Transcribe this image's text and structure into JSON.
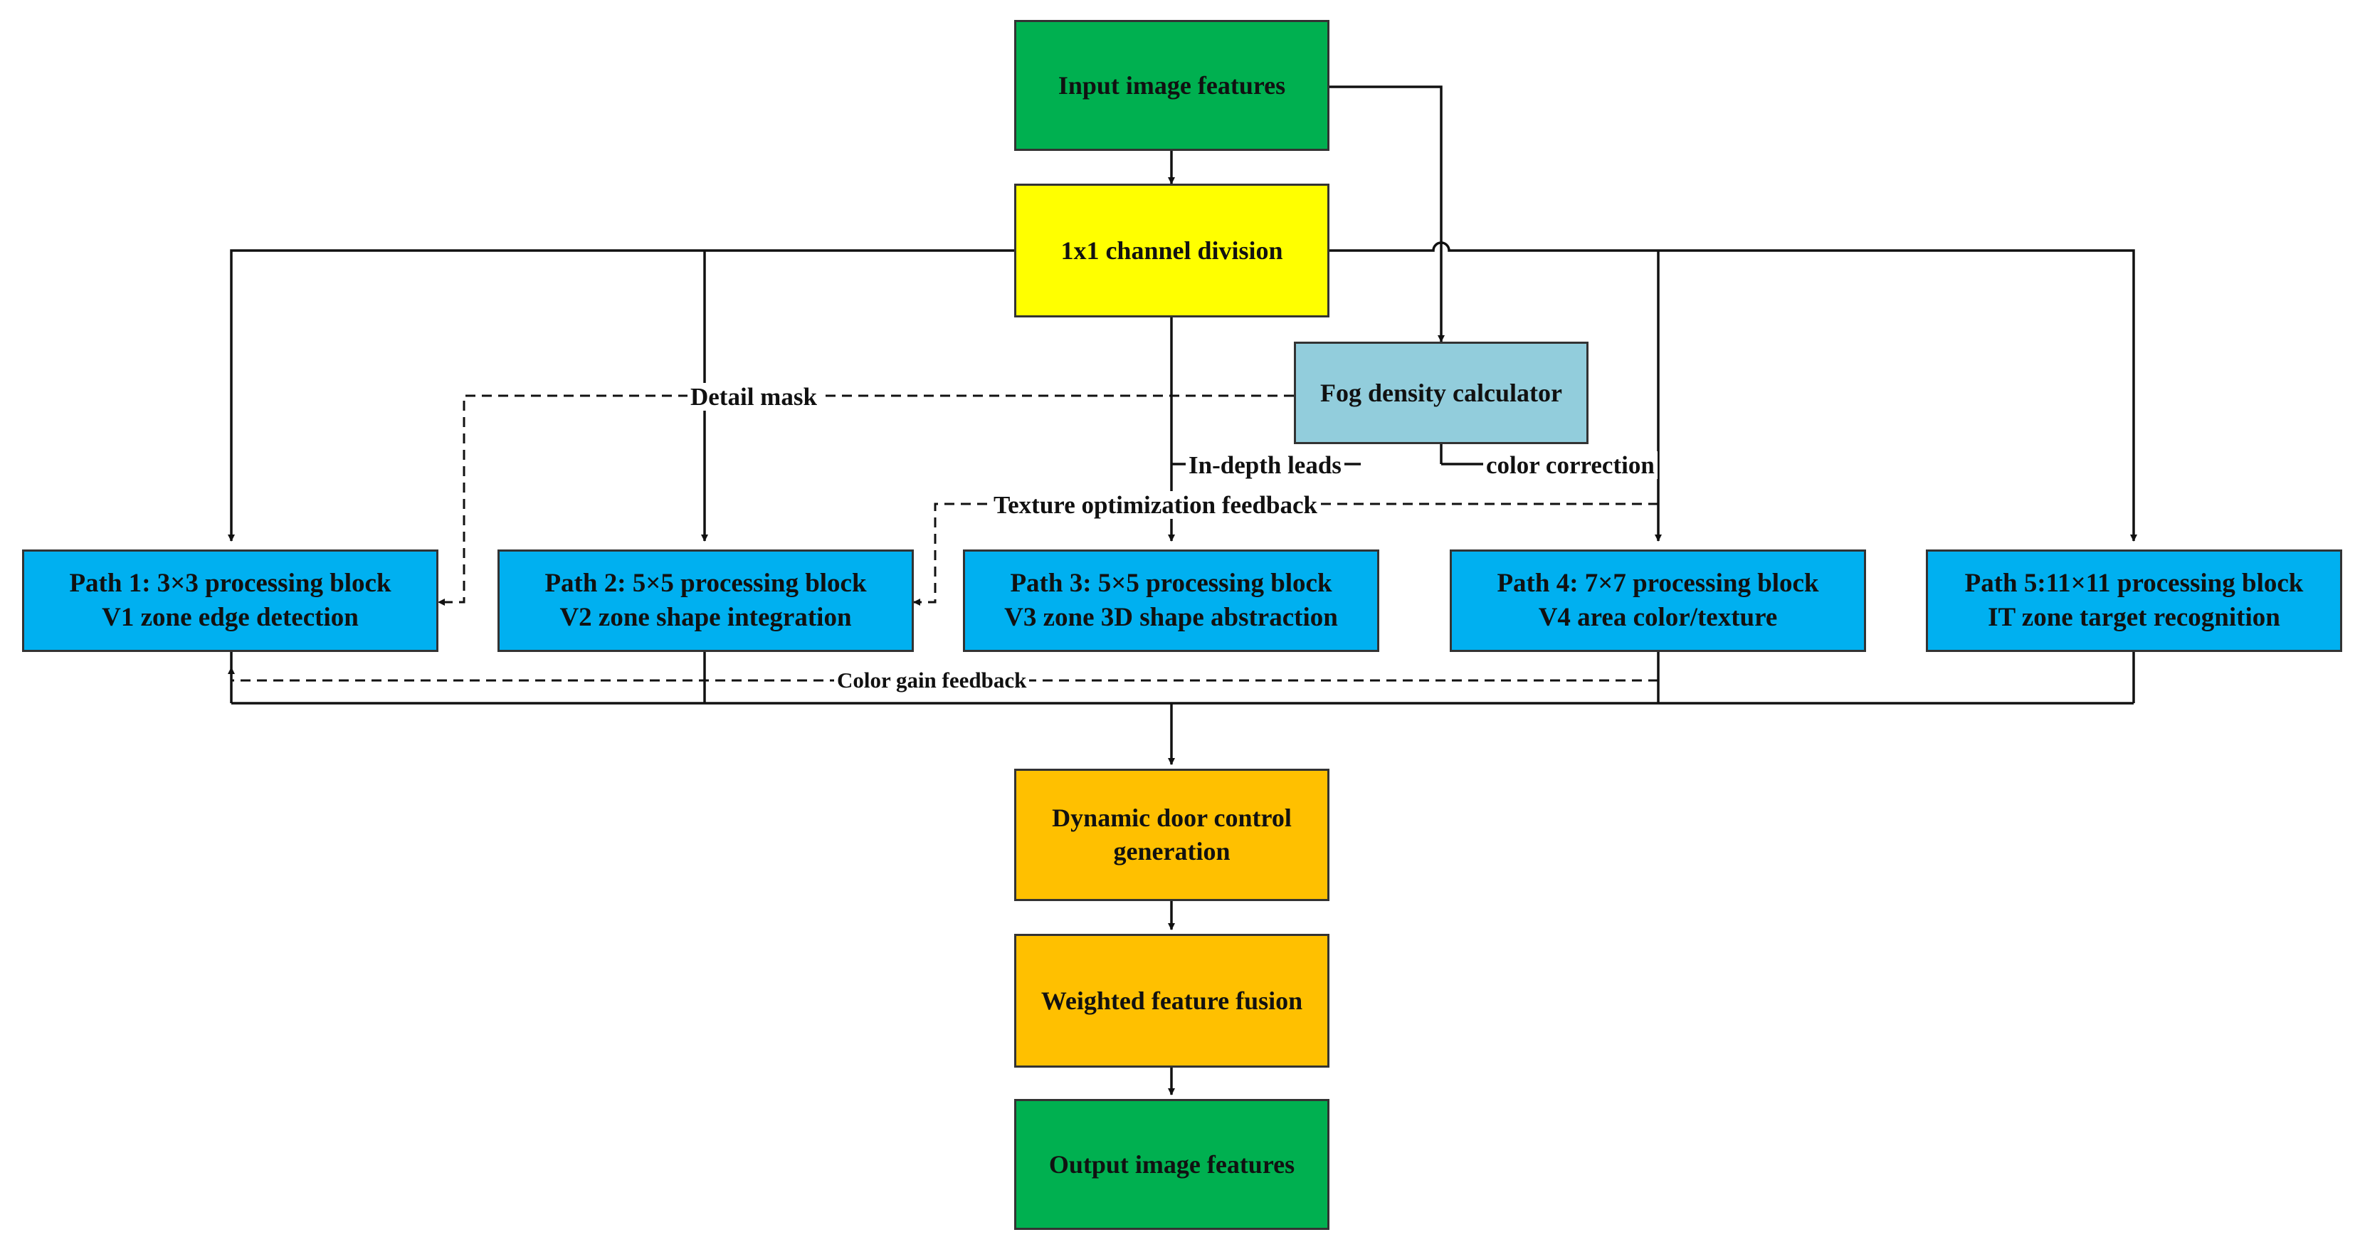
{
  "nodes": {
    "input": "Input image features",
    "channel_division": "1x1 channel division",
    "fog": "Fog density calculator",
    "path1": {
      "line1": "Path 1: 3×3 processing block",
      "line2": "V1 zone edge detection"
    },
    "path2": {
      "line1": "Path 2: 5×5 processing block",
      "line2": "V2 zone shape integration"
    },
    "path3": {
      "line1": "Path 3: 5×5 processing block",
      "line2": "V3 zone 3D shape abstraction"
    },
    "path4": {
      "line1": "Path 4: 7×7 processing block",
      "line2": "V4 area color/texture"
    },
    "path5": {
      "line1": "Path 5:11×11 processing block",
      "line2": "IT zone target recognition"
    },
    "gate": {
      "line1": "Dynamic door control",
      "line2": "generation"
    },
    "fusion": "Weighted feature fusion",
    "output": "Output image features"
  },
  "edge_labels": {
    "detail_mask": "Detail mask",
    "in_depth": "In-depth leads",
    "color_correction": "color correction",
    "texture_feedback": "Texture optimization feedback",
    "color_gain": "Color gain feedback"
  },
  "colors": {
    "input_output": "#00b050",
    "channel_division": "#ffff00",
    "fog": "#92cddc",
    "paths": "#00b0f0",
    "gate_fusion": "#ffc000"
  }
}
